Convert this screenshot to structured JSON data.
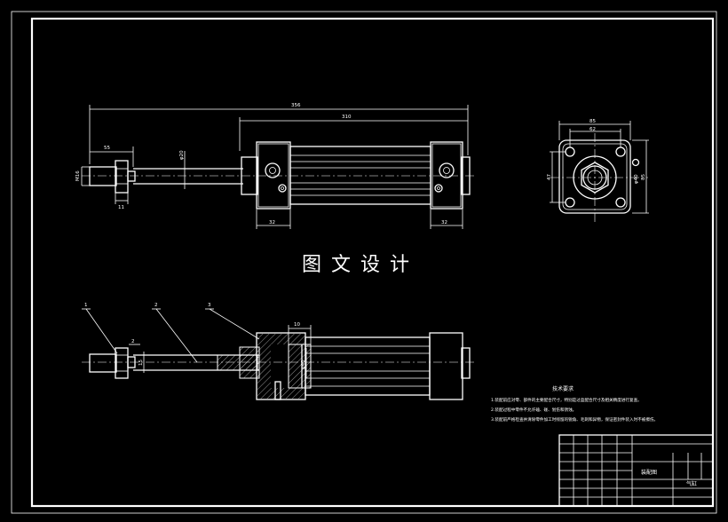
{
  "watermark": "图 文 设 计",
  "front_view": {
    "dims": {
      "overall_length": "356",
      "body_length": "310",
      "rod_thread_length": "55",
      "rod_dia": "φ20",
      "thread_size": "M16",
      "nut_width": "11",
      "left_cap": "32",
      "right_cap": "32"
    }
  },
  "side_view": {
    "dims": {
      "width_outer": "85",
      "width_bolts": "62",
      "height_left": "47",
      "height_right": "85",
      "bore_dia": "φ40"
    }
  },
  "section_view": {
    "balloons": [
      "1",
      "2",
      "3"
    ],
    "dims": {
      "piston_width": "10",
      "nut_dim": "2",
      "rod_dim": "15",
      "bore": "φ40"
    }
  },
  "notes": {
    "title": "技术要求",
    "lines": [
      "1.装配前应对零、部件的主要配合尺寸，特别是过盈配合尺寸及相关精度进行复查。",
      "2.装配过程中零件不允许磕、碰、划伤和锈蚀。",
      "3.装配前严格检查并清除零件加工时残留的锐角、毛刺和异物，保证密封件装入时不被擦伤。"
    ]
  },
  "title_block": {
    "name": "装配图",
    "material": "气缸"
  },
  "colors": {
    "background": "#000000",
    "line": "#ffffff"
  }
}
